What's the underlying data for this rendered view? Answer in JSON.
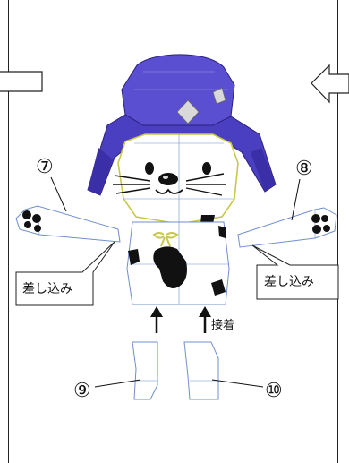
{
  "labels": {
    "part_7": "⑦",
    "part_8": "⑧",
    "part_9": "⑨",
    "part_10": "⑩",
    "insert_left": "差し込み",
    "insert_right": "差し込み",
    "glue": "接着"
  },
  "colors": {
    "hat": "#5a4fd0",
    "hat_dark": "#3b2fa8",
    "spots": "#111111",
    "line_blue": "#6f8fcf",
    "collar": "#c8c84a"
  }
}
